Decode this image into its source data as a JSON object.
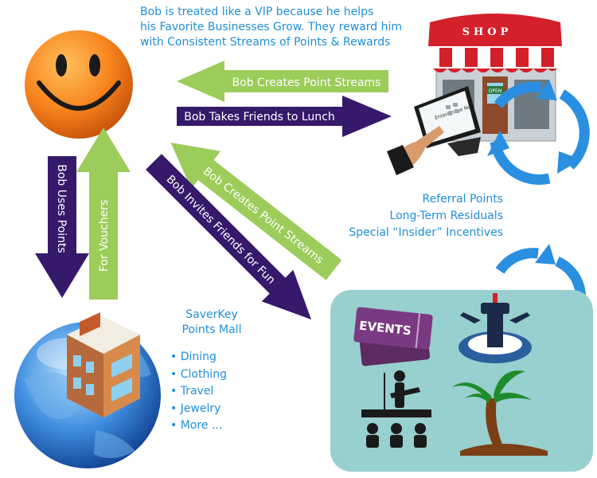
{
  "intro_text": [
    "Bob is treated like a VIP because he helps",
    "his Favorite Businesses Grow. They reward him",
    "with Consistent Streams of Points & Rewards"
  ],
  "shop": {
    "sign": "SHOP",
    "open_sign": "OPEN",
    "screen_label": "Enter Phone No"
  },
  "arrows": {
    "creates_streams_top": "Bob Creates  Point Streams",
    "takes_friends": "Bob Takes Friends to Lunch",
    "creates_streams_diag": "Bob Creates Point Streams",
    "invites_friends": "Bob Invites Friends for Fun",
    "uses_points": "Bob Uses Points",
    "for_vouchers": "For Vouchers"
  },
  "rewards": [
    "Referral Points",
    "Long-Term Residuals",
    "Special “Insider” Incentives"
  ],
  "mall": {
    "title_lines": [
      "SaverKey",
      "Points Mall"
    ],
    "items": [
      "Dining",
      "Clothing",
      "Travel",
      "Jewelry",
      "More ..."
    ]
  },
  "events_ticket": "EVENTS",
  "colors": {
    "text_blue": "#1e8fd6",
    "green_arrow": "#9ccc5a",
    "purple_arrow": "#36196b",
    "panel": "#98cfcf",
    "smiley": "#f7831e",
    "cycle_blue": "#2a8fe0",
    "awning_red": "#d4202a"
  }
}
